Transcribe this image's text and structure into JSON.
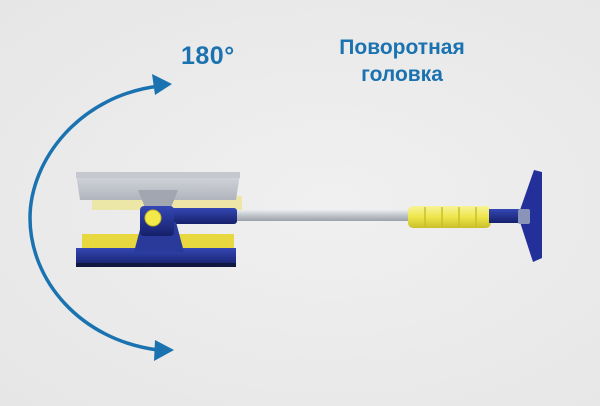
{
  "rotation_label": "180°",
  "caption": {
    "line1": "Поворотная",
    "line2": "головка"
  },
  "colors": {
    "accent_blue": "#1a73b0",
    "tool_navy": "#1f2e8c",
    "grip_yellow": "#f2ec5a",
    "pole_silver": "#c8ccd0",
    "background": "#ebebeb"
  }
}
